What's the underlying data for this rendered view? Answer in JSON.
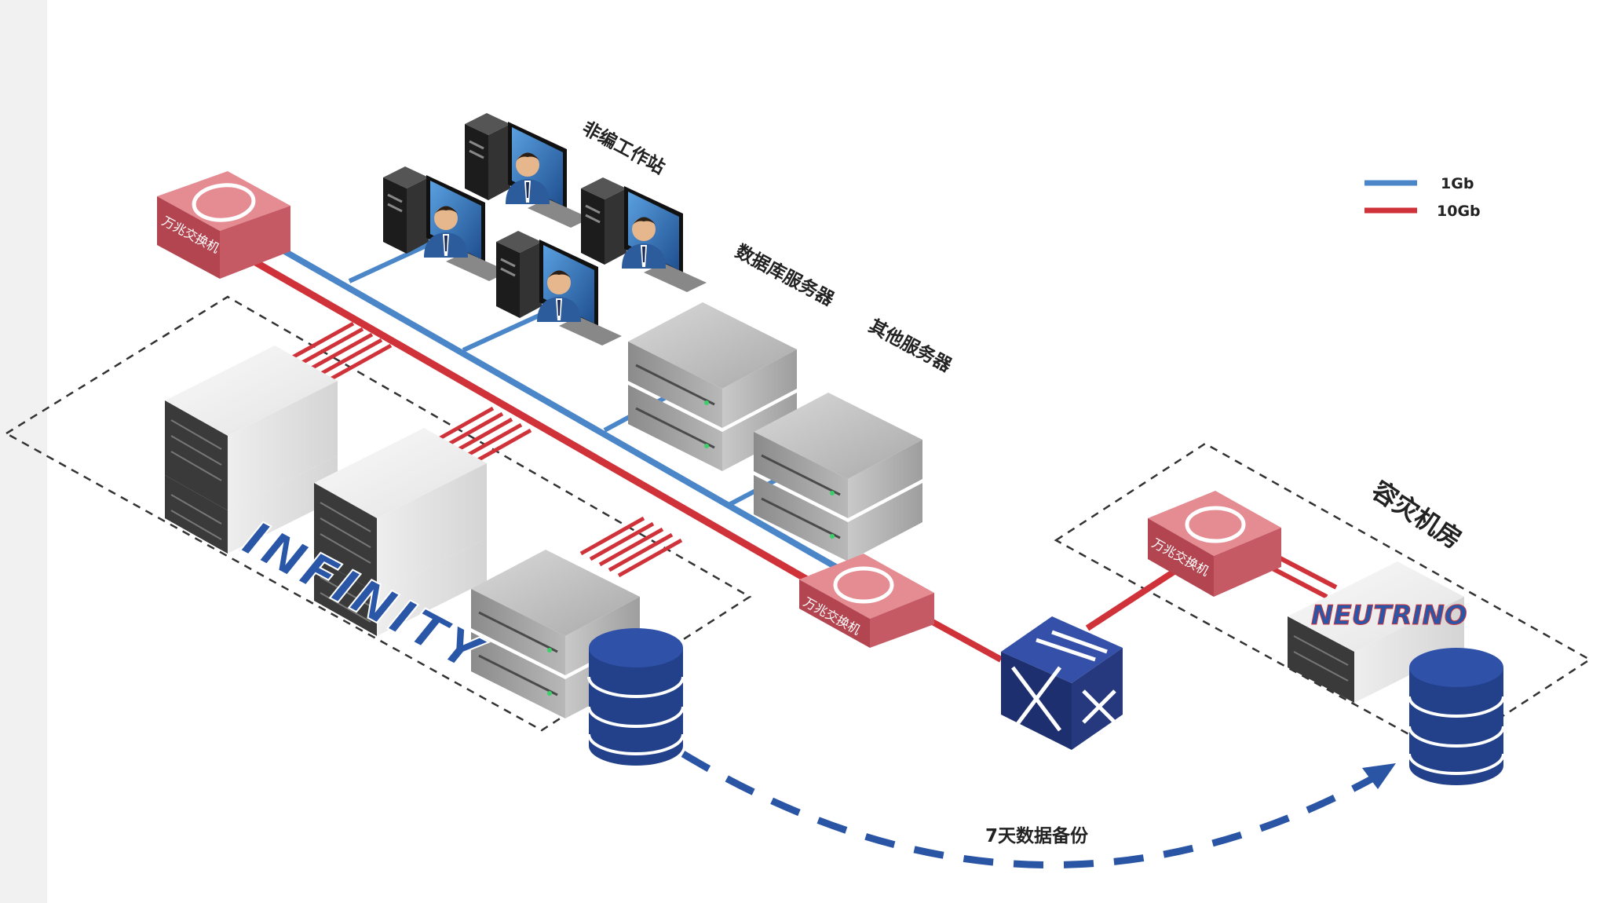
{
  "legend": {
    "items": [
      {
        "label": "1Gb",
        "color": "#4a86c8"
      },
      {
        "label": "10Gb",
        "color": "#d0323a"
      }
    ]
  },
  "labels": {
    "workstations": "非编工作站",
    "db_servers": "数据库服务器",
    "other_servers": "其他服务器",
    "dr_room": "容灾机房",
    "backup": "7天数据备份"
  },
  "switches": {
    "label": "万兆交换机"
  },
  "brands": {
    "primary": "INFINITY",
    "dr": "NEUTRINO"
  },
  "colors": {
    "line_1gb": "#4a86c8",
    "line_10gb": "#d0323a",
    "switch_fill": "#d06a73",
    "db_blue": "#23408a",
    "backup_arrow": "#2a55a5"
  }
}
